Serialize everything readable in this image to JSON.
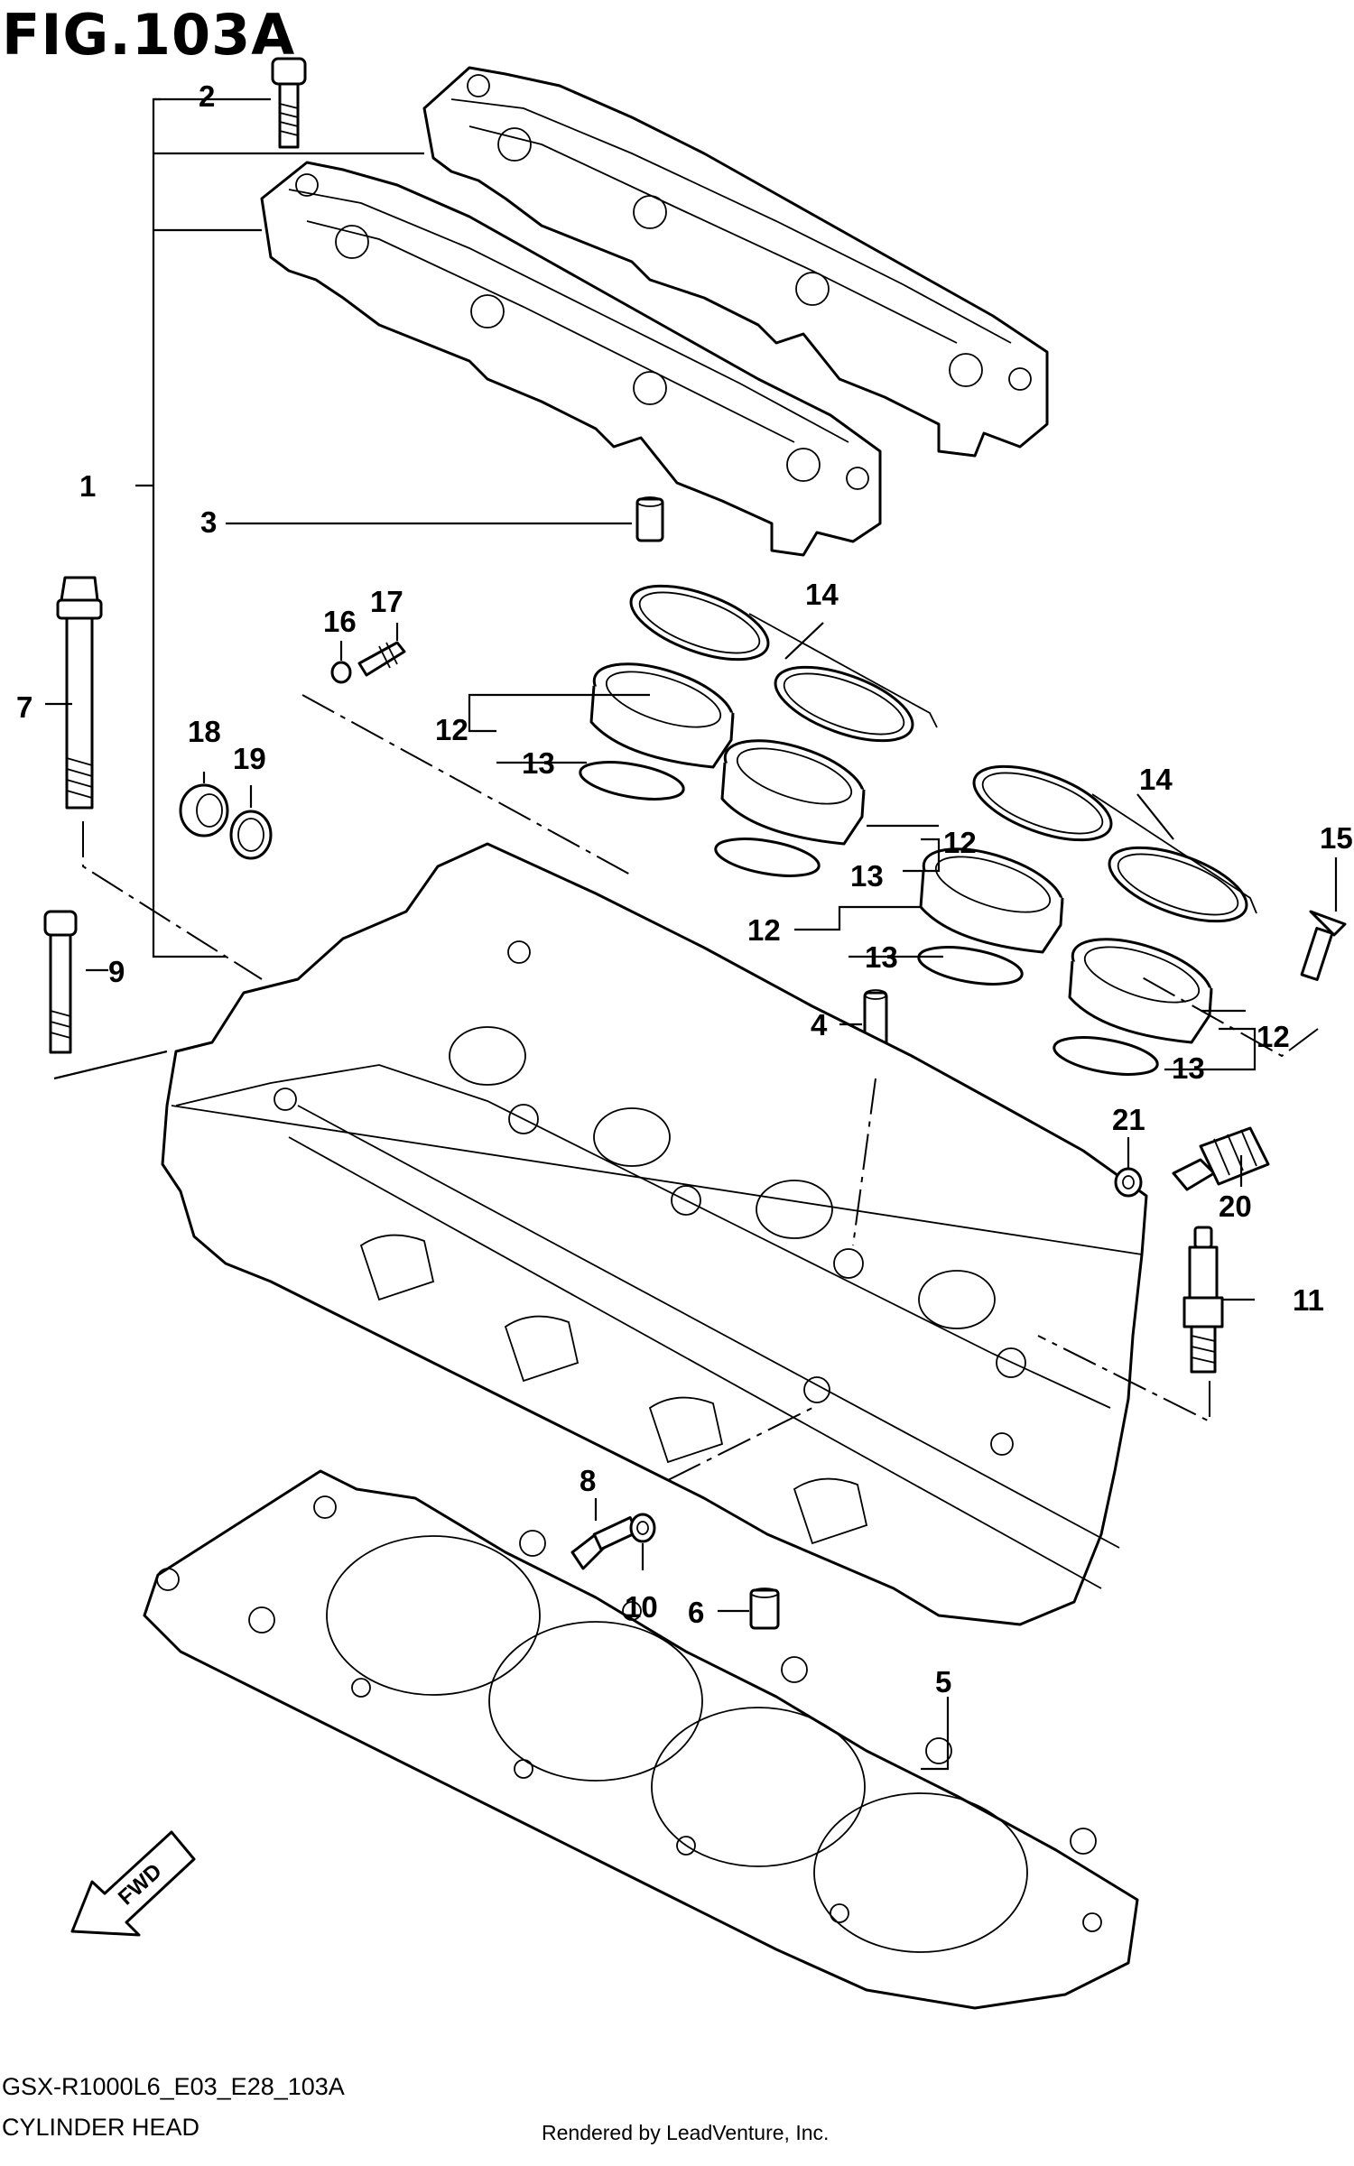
{
  "figure": {
    "title": "FIG.103A",
    "model_code": "GSX-R1000L6_E03_E28_103A",
    "name": "CYLINDER HEAD",
    "credit": "Rendered by LeadVenture, Inc.",
    "fwd_label": "FWD"
  },
  "callouts": [
    {
      "id": "1",
      "label": "1"
    },
    {
      "id": "2",
      "label": "2"
    },
    {
      "id": "3",
      "label": "3"
    },
    {
      "id": "4",
      "label": "4"
    },
    {
      "id": "5",
      "label": "5"
    },
    {
      "id": "6",
      "label": "6"
    },
    {
      "id": "7",
      "label": "7"
    },
    {
      "id": "8",
      "label": "8"
    },
    {
      "id": "9",
      "label": "9"
    },
    {
      "id": "10",
      "label": "10"
    },
    {
      "id": "11",
      "label": "11"
    },
    {
      "id": "12",
      "label": "12"
    },
    {
      "id": "13",
      "label": "13"
    },
    {
      "id": "14",
      "label": "14"
    },
    {
      "id": "15",
      "label": "15"
    },
    {
      "id": "16",
      "label": "16"
    },
    {
      "id": "17",
      "label": "17"
    },
    {
      "id": "18",
      "label": "18"
    },
    {
      "id": "19",
      "label": "19"
    },
    {
      "id": "20",
      "label": "20"
    },
    {
      "id": "21",
      "label": "21"
    }
  ],
  "icons": {
    "fwd_arrow": "fwd-arrow-icon"
  }
}
